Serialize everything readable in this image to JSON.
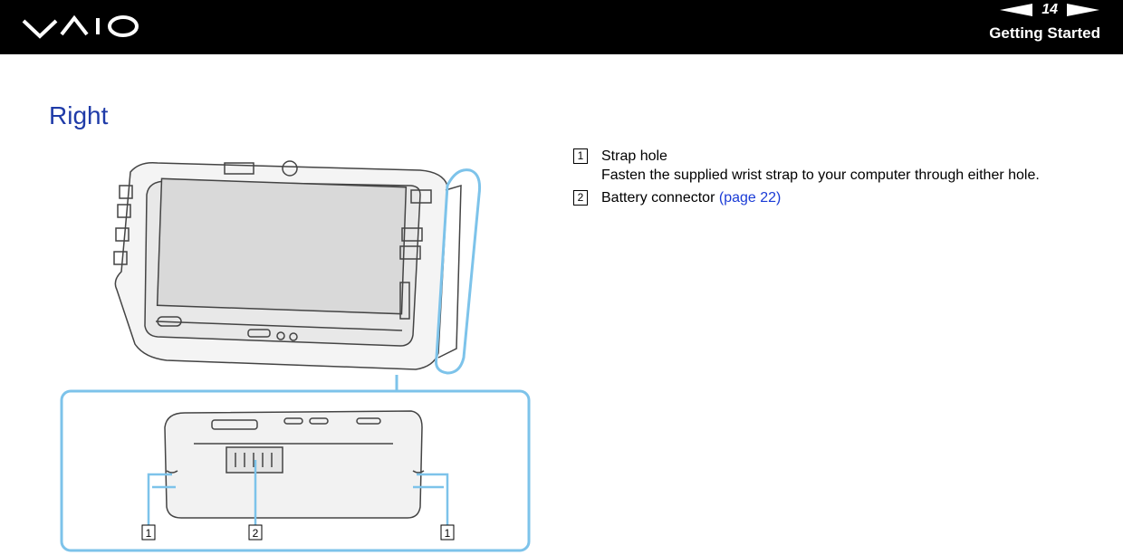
{
  "header": {
    "logo_alt": "VAIO",
    "page_number": "14",
    "section": "Getting Started"
  },
  "page": {
    "title": "Right"
  },
  "figure": {
    "callout_labels": [
      "1",
      "2",
      "1"
    ]
  },
  "items": [
    {
      "number": "1",
      "title": "Strap hole",
      "description": "Fasten the supplied wrist strap to your computer through either hole."
    },
    {
      "number": "2",
      "title": "Battery connector",
      "link": "(page 22)"
    }
  ]
}
